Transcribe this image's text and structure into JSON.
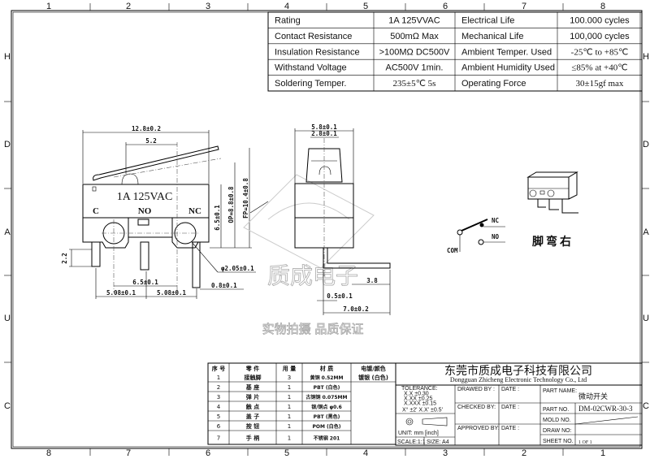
{
  "frame": {
    "top_columns": [
      "1",
      "2",
      "3",
      "4",
      "5",
      "6",
      "7",
      "8"
    ],
    "bottom_columns": [
      "8",
      "7",
      "6",
      "5",
      "4",
      "3",
      "2",
      "1"
    ],
    "rows": [
      "H",
      "D",
      "A",
      "U",
      "C"
    ]
  },
  "spec_table": [
    [
      "Rating",
      "1A  125VVAC",
      "Electrical Life",
      "100.000 cycles"
    ],
    [
      "Contact Resistance",
      "500mΩ   Max",
      "Mechanical Life",
      "100,000 cycles"
    ],
    [
      "Insulation Resistance",
      ">100MΩ DC500V",
      "Ambient Temper. Used",
      "-25℃  to  +85℃"
    ],
    [
      "Withstand Voltage",
      "AC500V  1min.",
      "Ambient Humidity Used",
      "≤85%  at  +40℃"
    ],
    [
      "Soldering Temper.",
      "235±5℃  5s",
      "Operating Force",
      "30±15gf max"
    ]
  ],
  "front_view": {
    "rating": "1A  125VAC",
    "terminals": [
      "C",
      "NO",
      "NC"
    ],
    "dims": {
      "width": "12.8±0.2",
      "lever": "5.2",
      "height": "6.5±0.1",
      "op": "OP=8.8±0.8",
      "fp": "FP=10.4±0.8",
      "hole_spacing": "6.5±0.1",
      "pitch1": "5.08±0.1",
      "pitch2": "5.08±0.1",
      "hole_dia": "φ2.05±0.1",
      "pin_width": "0.8±0.1",
      "pin_len": "2.2"
    }
  },
  "side_view": {
    "dims": {
      "width": "5.8±0.1",
      "actuator": "2.8±0.1",
      "bend": "3.8",
      "pin": "0.5±0.1",
      "total": "7.0±0.2"
    }
  },
  "watermark": {
    "name": "质成电子",
    "slogan": "实物拍摄 品质保证"
  },
  "schematic": {
    "com": "COM",
    "nc": "NC",
    "no": "NO"
  },
  "orientation_label": "脚弯右",
  "parts_table": {
    "headers": [
      "序 号",
      "零 件",
      "用 量",
      "材 质",
      "电镀/颜色"
    ],
    "rows": [
      [
        "1",
        "接触脚",
        "3",
        "黄铜 0.52MM",
        "镀银 (白色)"
      ],
      [
        "2",
        "基 座",
        "1",
        "PBT (白色)",
        ""
      ],
      [
        "3",
        "弹 片",
        "1",
        "古铜铜 0.075MM",
        ""
      ],
      [
        "4",
        "触 点",
        "1",
        "银/铜点 φ0.6",
        ""
      ],
      [
        "5",
        "盖 子",
        "1",
        "PBT (黑色)",
        ""
      ],
      [
        "6",
        "按 钮",
        "1",
        "POM (白色)",
        ""
      ],
      [
        "7",
        "手 柄",
        "1",
        "不锈钢 201",
        ""
      ]
    ]
  },
  "title_block": {
    "company_cn": "东莞市质成电子科技有限公司",
    "company_en": "Dongguan Zhicheng Electronic Technology Co., Ltd",
    "tolerance_label": "TOLERANCE:",
    "tolerances": [
      "X.X   ±0.30",
      "X.XX  ±0.25",
      "X.XXX ±0.15"
    ],
    "angles": "X° ±2'      X.X' ±0.5'",
    "unit": "UNIT:  mm  [inch]",
    "scale": "SCALE:1:1",
    "size": "SIZE: A4",
    "drawn_by": "DRAWED BY :",
    "checked_by": "CHECKED BY:",
    "approved_by": "APPROVED BY:",
    "date": "DATE :",
    "part_name_label": "PART NAME:",
    "part_name": "微动开关",
    "part_no_label": "PART NO.",
    "part_no": "DM-02CWR-30-3",
    "mold_no_label": "MOLD NO.",
    "draw_no_label": "DRAW NO:",
    "sheet_no_label": "SHEET NO.",
    "sheet_no": "1 OF 1"
  }
}
